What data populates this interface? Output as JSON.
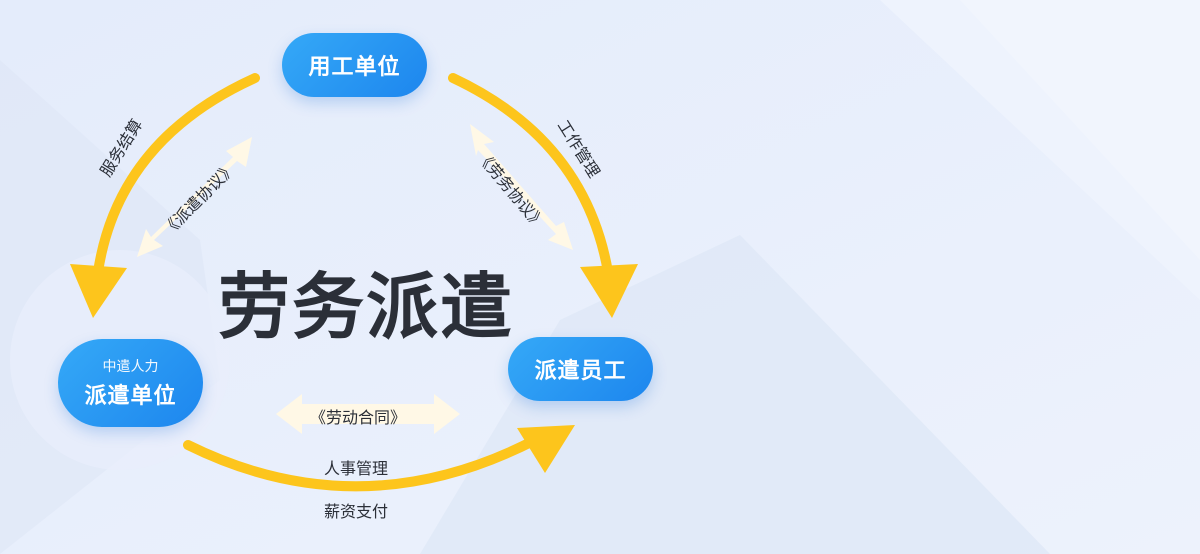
{
  "diagram": {
    "title": "劳务派遣",
    "nodes": {
      "employer": {
        "label": "用工单位"
      },
      "dispatch_agency": {
        "sublabel": "中遣人力",
        "label": "派遣单位"
      },
      "dispatched_worker": {
        "label": "派遣员工"
      }
    },
    "edges": {
      "agency_to_worker": {
        "labels": [
          "人事管理",
          "薪资支付"
        ]
      },
      "employer_to_worker": {
        "label": "工作管理"
      },
      "employer_to_agency": {
        "label": "服务结算"
      }
    },
    "agreements": {
      "dispatch_agreement": "《派遣协议》",
      "labor_agreement": "《劳务协议》",
      "labor_contract": "《劳动合同》"
    }
  },
  "colors": {
    "arrow": "#fdc51c",
    "agreement_arrow": "#fff8e6",
    "node": "#2196f3"
  }
}
